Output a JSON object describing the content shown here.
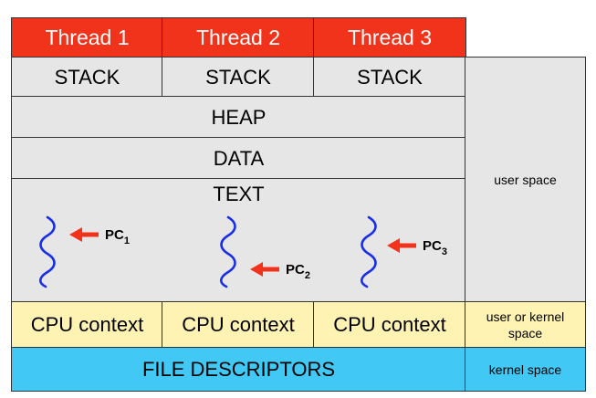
{
  "threads": [
    "Thread 1",
    "Thread 2",
    "Thread 3"
  ],
  "stack_label": "STACK",
  "heap_label": "HEAP",
  "data_label": "DATA",
  "text_label": "TEXT",
  "cpu_context_label": "CPU context",
  "file_descriptors_label": "FILE DESCRIPTORS",
  "side_labels": {
    "user_space": "user space",
    "user_or_kernel_space": "user or kernel space",
    "kernel_space": "kernel space"
  },
  "program_counters": [
    {
      "label": "PC",
      "subscript": "1"
    },
    {
      "label": "PC",
      "subscript": "2"
    },
    {
      "label": "PC",
      "subscript": "3"
    }
  ],
  "colors": {
    "thread_header": "#f2331b",
    "memory_region": "#e6e6e6",
    "cpu_context": "#fff3b3",
    "file_descriptors": "#42c8f5",
    "thread_wave": "#1a2ee6",
    "pc_arrow": "#f2331b"
  }
}
